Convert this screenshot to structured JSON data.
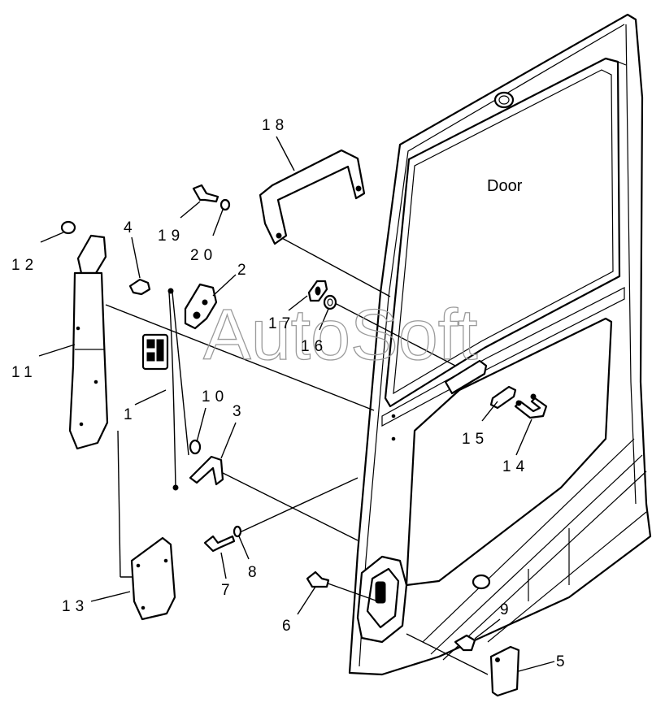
{
  "diagram": {
    "door_label": "Door",
    "watermark": "AutoSoft",
    "callouts": [
      "1",
      "2",
      "3",
      "4",
      "5",
      "6",
      "7",
      "8",
      "9",
      "10",
      "11",
      "12",
      "13",
      "14",
      "15",
      "16",
      "17",
      "18",
      "19",
      "20"
    ]
  }
}
